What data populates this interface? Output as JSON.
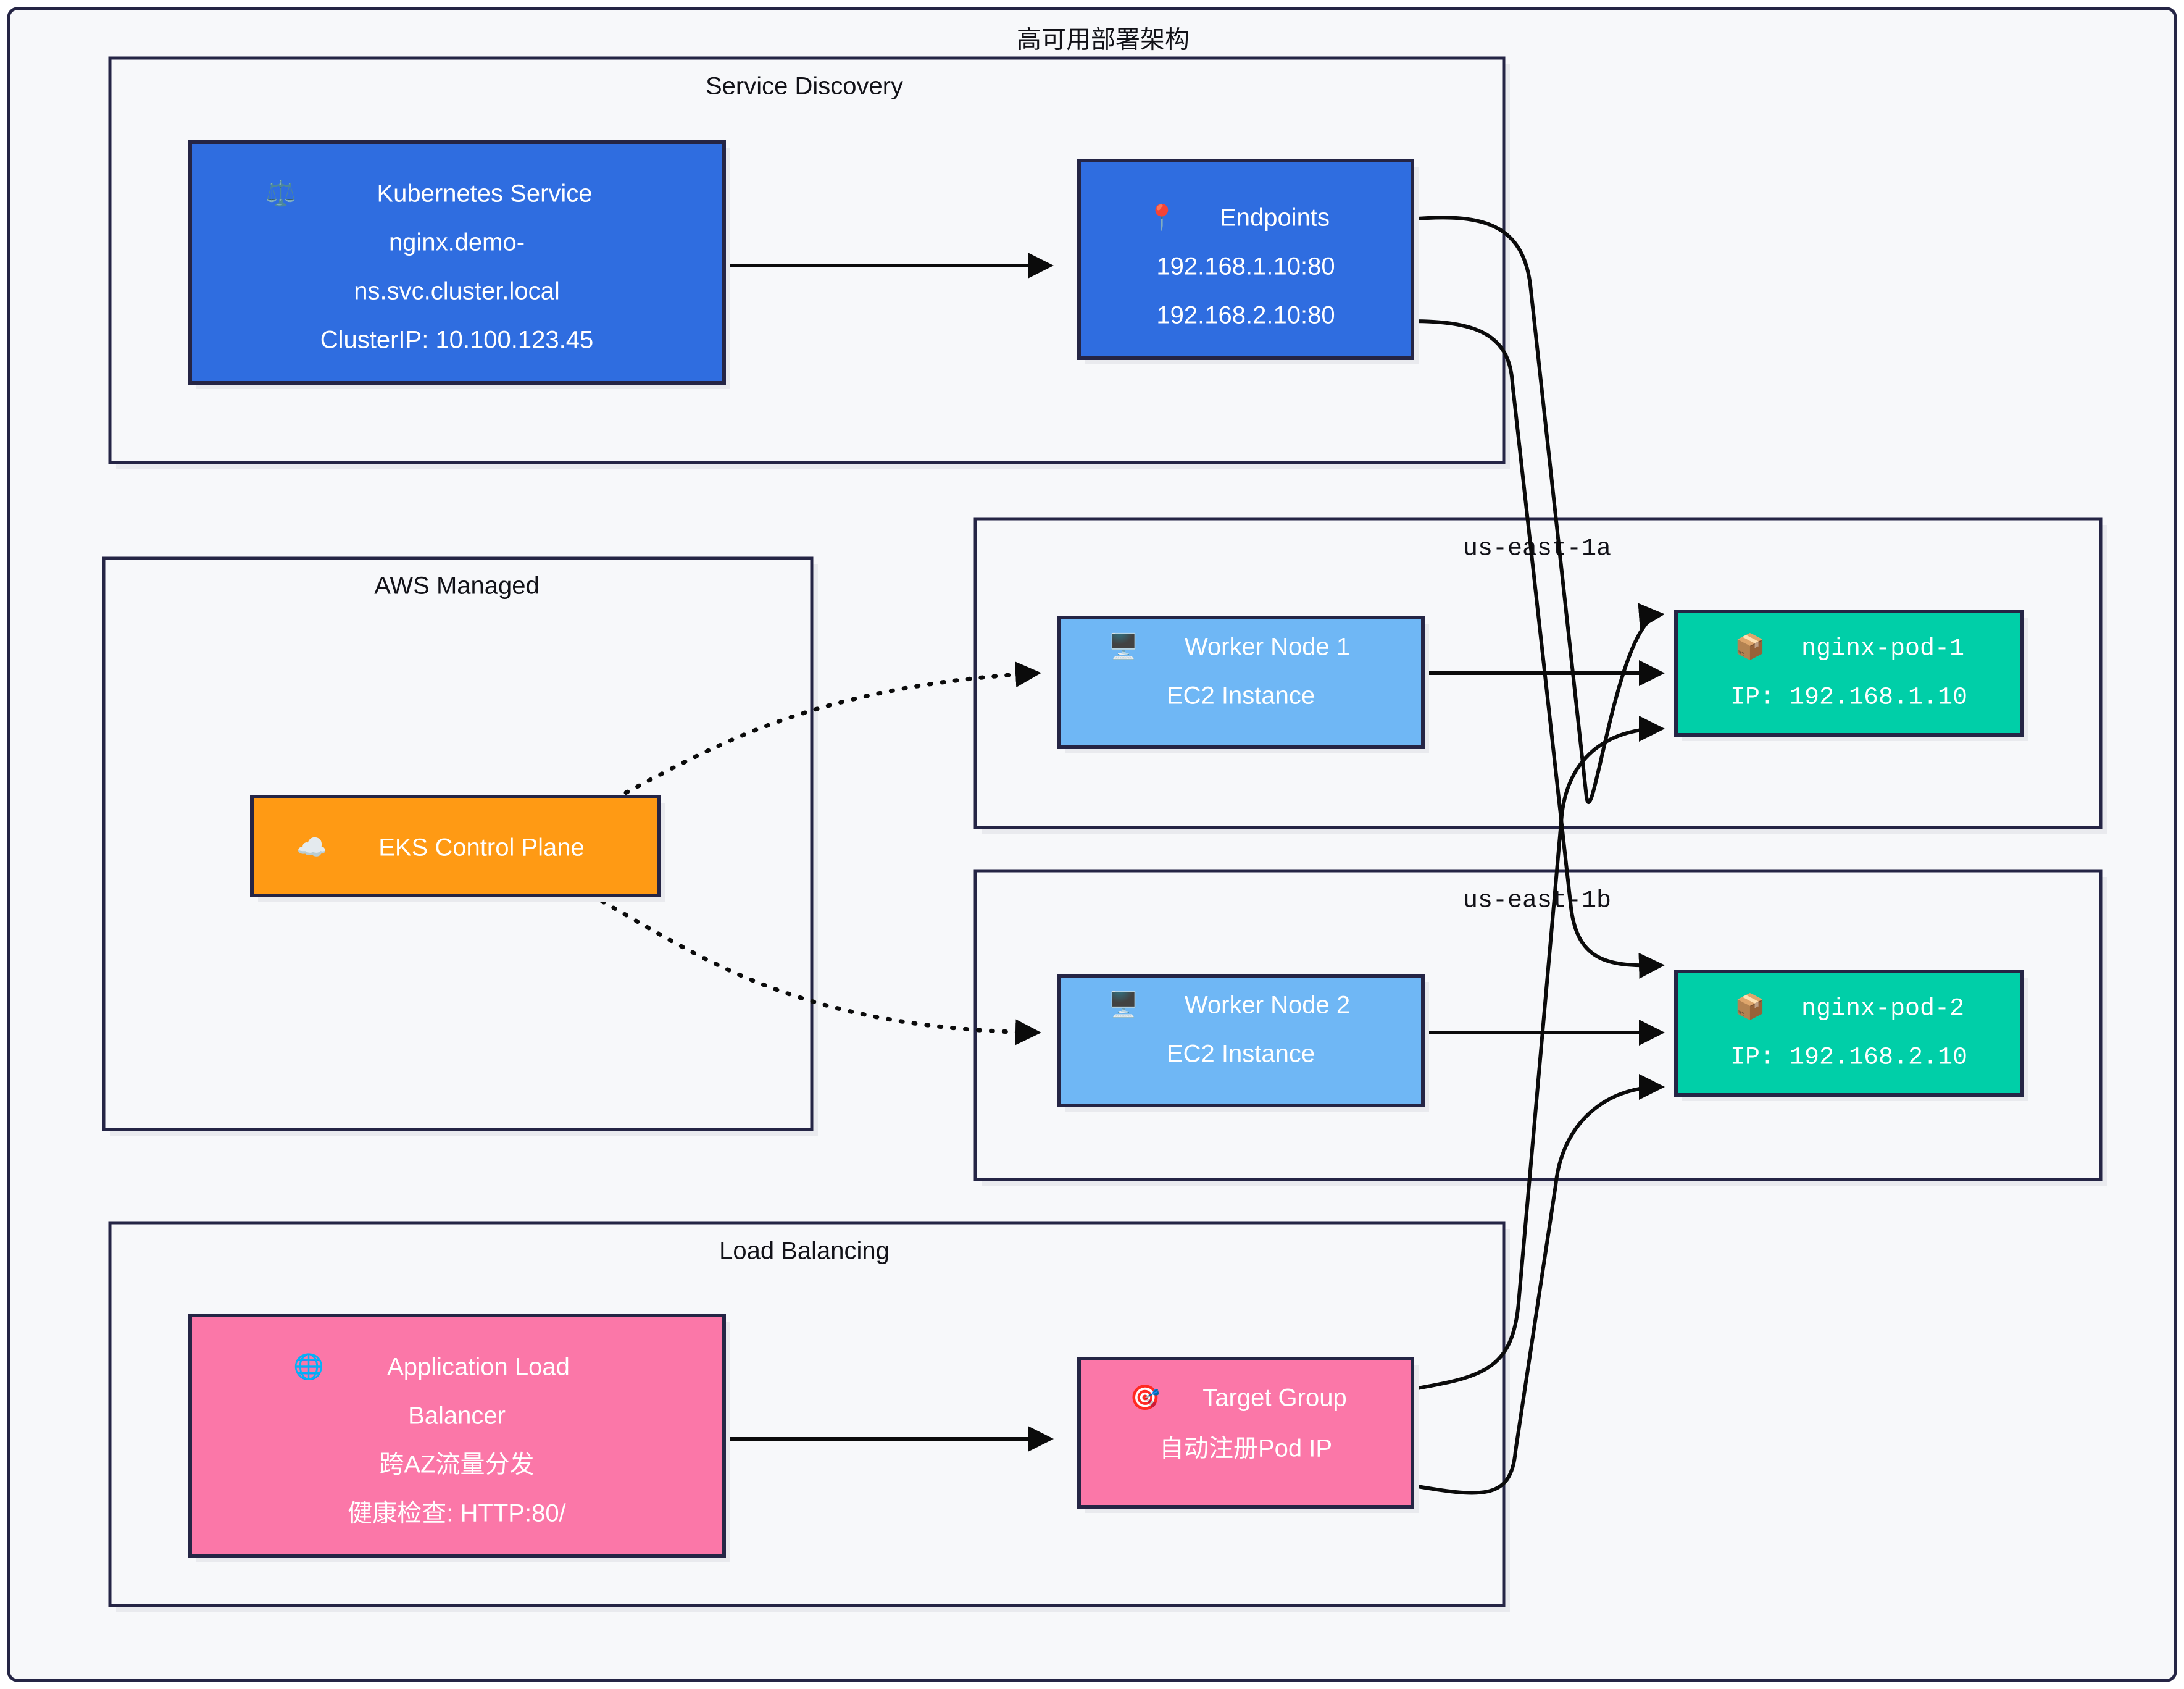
{
  "diagram": {
    "title": "高可用部署架构",
    "background": "#ffffff",
    "surface": "#f7f8fa",
    "border_color": "#252545",
    "edge_color": "#0b0b0b"
  },
  "clusters": [
    {
      "id": "service_discovery",
      "label": "Service Discovery"
    },
    {
      "id": "aws_managed",
      "label": "AWS Managed"
    },
    {
      "id": "az_a",
      "label": "us-east-1a"
    },
    {
      "id": "az_b",
      "label": "us-east-1b"
    },
    {
      "id": "load_balancing",
      "label": "Load Balancing"
    }
  ],
  "nodes": [
    {
      "id": "k8s_service",
      "icon": "scales-icon",
      "emoji": "⚖️",
      "lines": [
        "Kubernetes Service",
        "nginx.demo-",
        "ns.svc.cluster.local",
        "ClusterIP: 10.100.123.45"
      ],
      "fill": "#2F6DE0",
      "stroke": "#252545",
      "text_color": "#ffffff"
    },
    {
      "id": "endpoints",
      "icon": "pin-icon",
      "emoji": "📍",
      "lines": [
        "Endpoints",
        "192.168.1.10:80",
        "192.168.2.10:80"
      ],
      "fill": "#2F6DE0",
      "stroke": "#252545",
      "text_color": "#ffffff"
    },
    {
      "id": "eks_control_plane",
      "icon": "cloud-icon",
      "emoji": "☁️",
      "lines": [
        "EKS Control Plane"
      ],
      "fill": "#FF9A14",
      "stroke": "#FF5C00",
      "text_color": "#ffffff"
    },
    {
      "id": "worker_node_1",
      "icon": "computer-icon",
      "emoji": "🖥️",
      "lines": [
        "Worker Node 1",
        "EC2 Instance"
      ],
      "fill": "#6FB7F5",
      "stroke": "#252545",
      "text_color": "#ffffff"
    },
    {
      "id": "worker_node_2",
      "icon": "computer-icon",
      "emoji": "🖥️",
      "lines": [
        "Worker Node 2",
        "EC2 Instance"
      ],
      "fill": "#6FB7F5",
      "stroke": "#252545",
      "text_color": "#ffffff"
    },
    {
      "id": "nginx_pod_1",
      "icon": "package-icon",
      "emoji": "📦",
      "lines": [
        "nginx-pod-1",
        "IP: 192.168.1.10"
      ],
      "fill": "#00CFA8",
      "stroke": "#252545",
      "text_color": "#ffffff"
    },
    {
      "id": "nginx_pod_2",
      "icon": "package-icon",
      "emoji": "📦",
      "lines": [
        "nginx-pod-2",
        "IP: 192.168.2.10"
      ],
      "fill": "#00CFA8",
      "stroke": "#252545",
      "text_color": "#ffffff"
    },
    {
      "id": "alb",
      "icon": "globe-icon",
      "emoji": "🌐",
      "lines": [
        "Application Load",
        "Balancer",
        "跨AZ流量分发",
        "健康检查: HTTP:80/"
      ],
      "fill": "#FB77A8",
      "stroke": "#252545",
      "text_color": "#ffffff"
    },
    {
      "id": "target_group",
      "icon": "target-icon",
      "emoji": "🎯",
      "lines": [
        "Target Group",
        "自动注册Pod IP"
      ],
      "fill": "#FB77A8",
      "stroke": "#252545",
      "text_color": "#ffffff"
    }
  ],
  "edges": [
    {
      "from": "k8s_service",
      "to": "endpoints",
      "style": "solid"
    },
    {
      "from": "endpoints",
      "to": "nginx_pod_1",
      "style": "solid"
    },
    {
      "from": "endpoints",
      "to": "nginx_pod_2",
      "style": "solid"
    },
    {
      "from": "eks_control_plane",
      "to": "worker_node_1",
      "style": "dotted"
    },
    {
      "from": "eks_control_plane",
      "to": "worker_node_2",
      "style": "dotted"
    },
    {
      "from": "worker_node_1",
      "to": "nginx_pod_1",
      "style": "solid"
    },
    {
      "from": "worker_node_2",
      "to": "nginx_pod_2",
      "style": "solid"
    },
    {
      "from": "alb",
      "to": "target_group",
      "style": "solid"
    },
    {
      "from": "target_group",
      "to": "nginx_pod_1",
      "style": "solid"
    },
    {
      "from": "target_group",
      "to": "nginx_pod_2",
      "style": "solid"
    }
  ]
}
